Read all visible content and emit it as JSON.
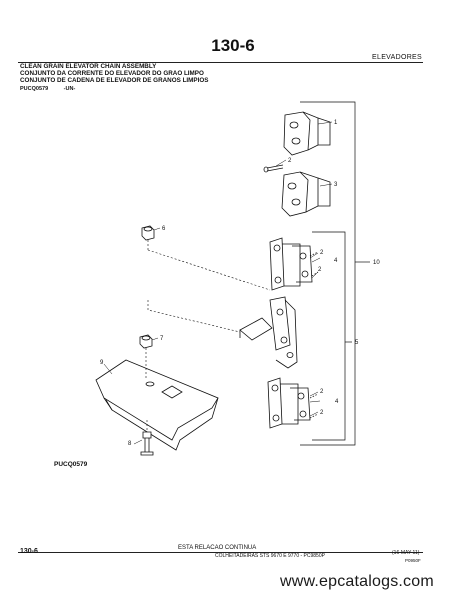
{
  "header": {
    "page_number": "130-6",
    "section": "ELEVADORES"
  },
  "titles": [
    "CLEAN GRAIN ELEVATOR CHAIN ASSEMBLY",
    "CONJUNTO DA CORRENTE DO ELEVADOR DO GRAO LIMPO",
    "CONJUNTO DE CADENA DE ELEVADOR DE GRANOS LIMPIOS"
  ],
  "figure": {
    "code": "PUCQ0579",
    "model_tag": "-UN-",
    "label": "PUCQ0579",
    "callouts": [
      "1",
      "2",
      "3",
      "4",
      "2",
      "2",
      "5",
      "6",
      "7",
      "9",
      "8",
      "4",
      "2",
      "2",
      "10"
    ]
  },
  "footer": {
    "continued": "ESTA RELACAO CONTINUA",
    "page": "130-6",
    "book": "COLHEITADEIRAS STS 9670 E 9770 - PC9850P",
    "date": "(16-MAY-11)",
    "code": "P0950F"
  },
  "watermark": "www.epcatalogs.com"
}
